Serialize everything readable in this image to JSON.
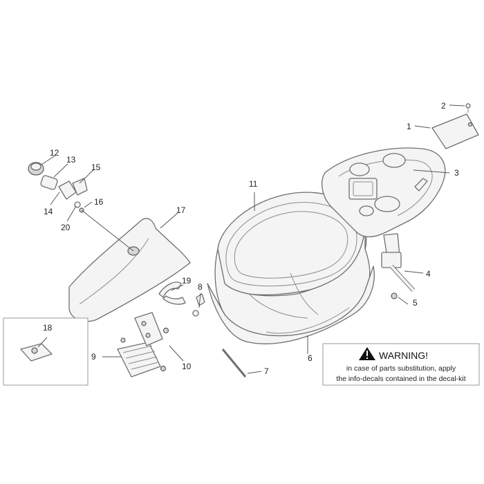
{
  "callouts": {
    "c1": "1",
    "c2": "2",
    "c3": "3",
    "c4": "4",
    "c5": "5",
    "c6": "6",
    "c7": "7",
    "c8": "8",
    "c9": "9",
    "c10": "10",
    "c11": "11",
    "c12": "12",
    "c13": "13",
    "c14": "14",
    "c15": "15",
    "c16": "16",
    "c17": "17",
    "c18": "18",
    "c19": "19",
    "c20": "20"
  },
  "warning": {
    "title": "WARNING!",
    "line1": "in case of parts substitution, apply",
    "line2": "the info-decals contained in the decal-kit"
  },
  "colors": {
    "line": "#6e6e6e",
    "text": "#222222"
  }
}
